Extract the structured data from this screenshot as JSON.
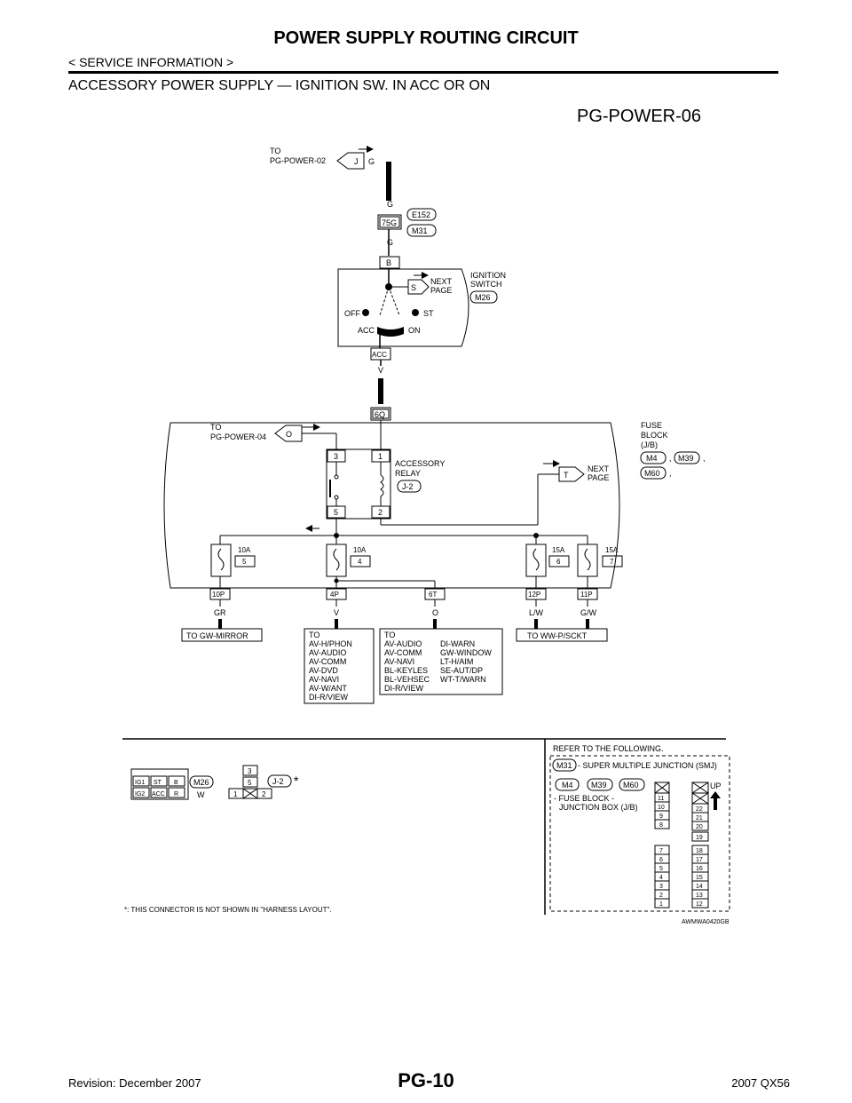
{
  "header": {
    "title": "POWER SUPPLY ROUTING CIRCUIT",
    "subtitle": "< SERVICE INFORMATION >",
    "section": "ACCESSORY POWER SUPPLY — IGNITION SW. IN ACC OR ON"
  },
  "diagram": {
    "code": "PG-POWER-06",
    "top_ref": {
      "to": "TO",
      "page": "PG-POWER-02",
      "tag": "J",
      "wire": "G"
    },
    "upper_conn": {
      "wire_top": "G",
      "pin": "75G",
      "conn1": "E152",
      "conn2": "M31",
      "wire_bottom": "G"
    },
    "ignition": {
      "terminal": "B",
      "label1": "IGNITION",
      "label2": "SWITCH",
      "conn": "M26",
      "next1": "NEXT",
      "next2": "PAGE",
      "next_tag": "S",
      "off": "OFF",
      "st": "ST",
      "acc": "ACC",
      "on": "ON",
      "out_terminal": "ACC",
      "wire": "V"
    },
    "fuse_block": {
      "pin_in": "6Q",
      "label1": "FUSE",
      "label2": "BLOCK",
      "label3": "(J/B)",
      "conns": [
        "M4",
        "M39",
        "M60"
      ],
      "sep": ","
    },
    "left_ref": {
      "to": "TO",
      "page": "PG-POWER-04",
      "tag": "O"
    },
    "relay": {
      "label1": "ACCESSORY",
      "label2": "RELAY",
      "conn": "J-2",
      "pins": [
        "3",
        "1",
        "5",
        "2"
      ]
    },
    "right_ref": {
      "tag": "T",
      "next1": "NEXT",
      "next2": "PAGE"
    },
    "fuses": [
      {
        "rating": "10A",
        "num": "5",
        "pin": "10P",
        "wire": "GR"
      },
      {
        "rating": "10A",
        "num": "4",
        "pin": "4P",
        "wire": "V"
      },
      {
        "rating": "15A",
        "num": "6",
        "pin": "12P",
        "wire": "L/W"
      },
      {
        "rating": "15A",
        "num": "7",
        "pin": "11P",
        "wire": "G/W"
      }
    ],
    "extra_pin": {
      "pin": "6T",
      "wire": "O"
    },
    "dest1": "TO GW-MIRROR",
    "dest2": [
      "TO",
      "AV-H/PHON",
      "AV-AUDIO",
      "AV-COMM",
      "AV-DVD",
      "AV-NAVI",
      "AV-W/ANT",
      "DI-R/VIEW"
    ],
    "dest3_left": [
      "TO",
      "AV-AUDIO",
      "AV-COMM",
      "AV-NAVI",
      "BL-KEYLES",
      "BL-VEHSEC",
      "DI-R/VIEW"
    ],
    "dest3_right": [
      "DI-WARN",
      "GW-WINDOW",
      "LT-H/AIM",
      "SE-AUT/DP",
      "WT-T/WARN"
    ],
    "dest4": "TO WW-P/SCKT"
  },
  "legend": {
    "m26_face": [
      "IG1",
      "ST",
      "B",
      "IG2",
      "ACC",
      "R"
    ],
    "m26_conn": "M26",
    "m26_color": "W",
    "j2_pins": [
      "3",
      "5",
      "1",
      "2"
    ],
    "j2_conn": "J-2",
    "star": "*",
    "note": "*: THIS CONNECTOR IS NOT SHOWN IN \"HARNESS LAYOUT\".",
    "refer_title": "REFER TO THE FOLLOWING.",
    "refer1_conn": "M31",
    "refer1_text": "- SUPER MULTIPLE JUNCTION (SMJ)",
    "refer2_conns": [
      "M4",
      "M39",
      "M60"
    ],
    "refer2_line1": "- FUSE BLOCK -",
    "refer2_line2": "JUNCTION BOX (J/B)",
    "up": "UP",
    "jb_left_top": [
      "11",
      "10",
      "9",
      "8"
    ],
    "jb_left_bottom": [
      "7",
      "6",
      "5",
      "4",
      "3",
      "2",
      "1"
    ],
    "jb_right_top": [
      "22",
      "21",
      "20"
    ],
    "jb_right_mid": "19",
    "jb_right_bottom": [
      "18",
      "17",
      "16",
      "15",
      "14",
      "13",
      "12"
    ],
    "image_code": "AWMWA0420GB"
  },
  "footer": {
    "page": "PG-10",
    "revision": "Revision: December 2007",
    "model": "2007 QX56"
  }
}
